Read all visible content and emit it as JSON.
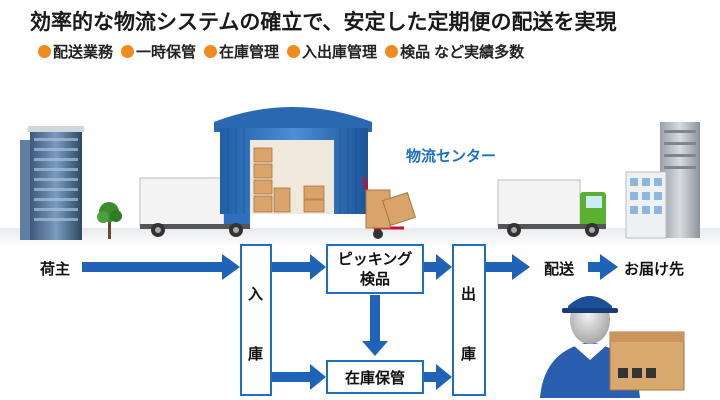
{
  "heading": {
    "title": "効率的な物流システムの確立で、安定した定期便の配送を実現",
    "services": [
      "配送業務",
      "一時保管",
      "在庫管理",
      "入出庫管理",
      "検品"
    ],
    "services_tail": "など実績多数",
    "bullet_color": "#f08c1e"
  },
  "scene": {
    "center_label": "物流センター"
  },
  "flow": {
    "shipper": "荷主",
    "inbound": [
      "入",
      "庫"
    ],
    "picking": [
      "ピッキング",
      "検品"
    ],
    "storage": "在庫保管",
    "outbound": [
      "出",
      "庫"
    ],
    "delivery": "配送",
    "destination": "お届け先",
    "arrow_color": "#1e63b8",
    "box_border_color": "#1e6fc2"
  }
}
